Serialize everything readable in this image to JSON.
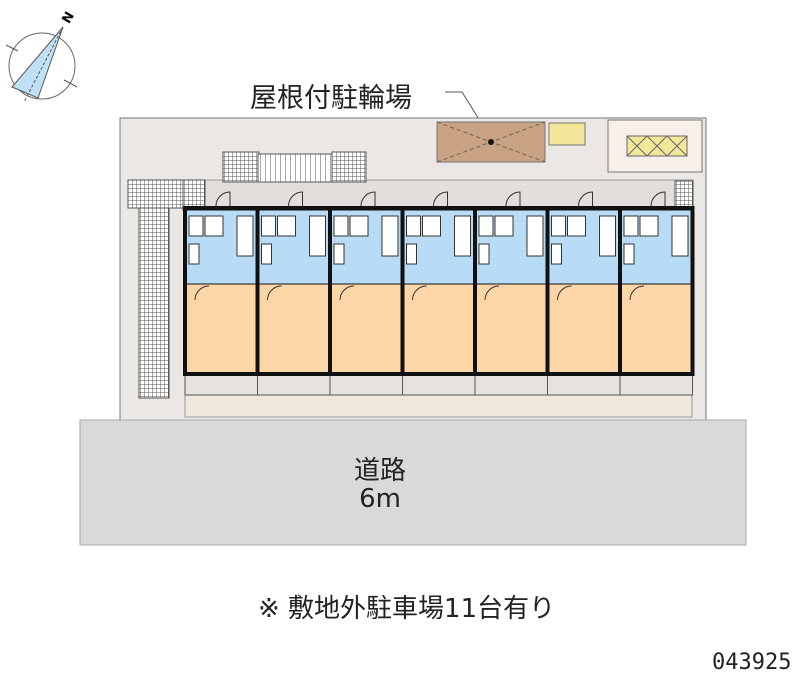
{
  "labels": {
    "bike_shed": "屋根付駐輪場",
    "road_name": "道路",
    "road_width": "6m",
    "parking_note": "※ 敷地外駐車場11台有り",
    "property_code": "043925",
    "north": "N"
  },
  "building": {
    "unit_count": 7
  },
  "colors": {
    "site": "#ebe7e5",
    "road": "#d9d9d9",
    "wet_area": "#b9dcf6",
    "room": "#fcd6a6",
    "bike_shed": "#c9a183",
    "trash": "#f3e79a",
    "wall": "#111111"
  }
}
